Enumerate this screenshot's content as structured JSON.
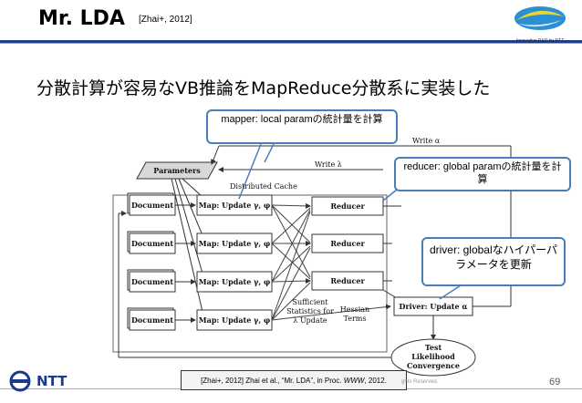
{
  "slide": {
    "title": "Mr. LDA",
    "title_reference": "[Zhai+, 2012]",
    "heading": "分散計算が容易なVB推論をMapReduce分散系に実装した",
    "citation_prefix": "[Zhai+, 2012] Zhai et al., “Mr. LDA”, in Proc. ",
    "citation_venue": "WWW",
    "citation_suffix": ", 2012.",
    "copyright": "ghts Reserved.",
    "page_number": "69",
    "logo_text": "NTT",
    "logo_tagline": "Innovative R&D by NTT"
  },
  "callouts": {
    "mapper": "mapper: local paramの統計量を計算",
    "reducer": "reducer: global paramの統計量を計算",
    "driver": "driver: globalなハイパーパラメータを更新"
  },
  "diagram": {
    "parameters": "Parameters",
    "distributed_cache": "Distributed Cache",
    "write_lambda": "Write λ",
    "write_alpha": "Write α",
    "documents": [
      "Document",
      "Document",
      "Document",
      "Document"
    ],
    "maps": [
      "Map: Update γ, φ",
      "Map: Update γ, φ",
      "Map: Update γ, φ",
      "Map: Update γ, φ"
    ],
    "reducers": [
      "Reducer",
      "Reducer",
      "Reducer"
    ],
    "driver": "Driver: Update α",
    "sufficient_stats": [
      "Sufficient",
      "Statistics for",
      "λ Update"
    ],
    "hessian": [
      "Hessian",
      "Terms"
    ],
    "test": [
      "Test",
      "Likelihood",
      "Convergence"
    ]
  },
  "colors": {
    "accent": "#1f3f8a",
    "callout_border": "#4a7ebb",
    "logo_blue": "#1a3a8c"
  }
}
